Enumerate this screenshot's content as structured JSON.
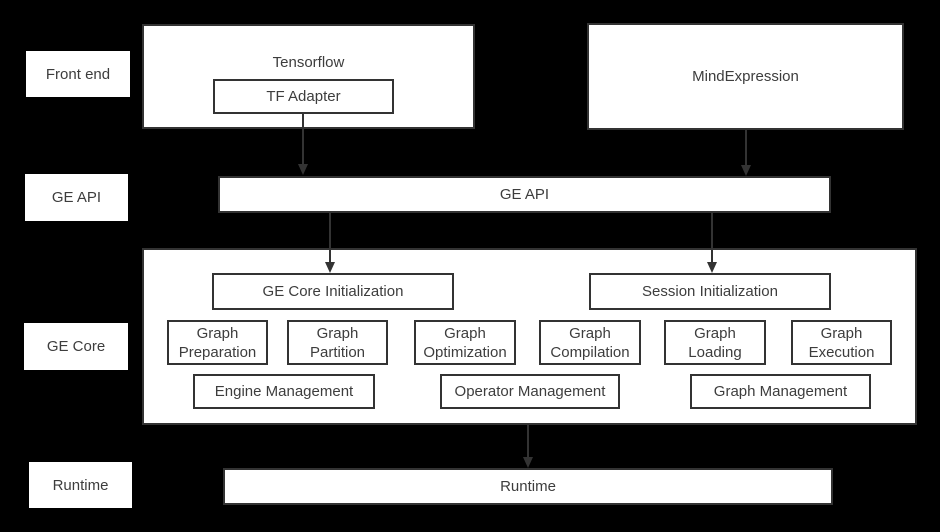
{
  "colors": {
    "background": "#000000",
    "box_fill": "#ffffff",
    "border": "#333333",
    "text": "#3d3d3d",
    "arrow": "#333333"
  },
  "side_labels": {
    "front_end": "Front end",
    "ge_api": "GE API",
    "ge_core": "GE Core",
    "runtime": "Runtime"
  },
  "front_end": {
    "tensorflow_title": "Tensorflow",
    "tf_adapter": "TF Adapter",
    "mindexpression": "MindExpression"
  },
  "ge_api": {
    "label": "GE API"
  },
  "ge_core": {
    "init": {
      "core": "GE Core Initialization",
      "session": "Session Initialization"
    },
    "stages": [
      "Graph\nPreparation",
      "Graph\nPartition",
      "Graph\nOptimization",
      "Graph\nCompilation",
      "Graph\nLoading",
      "Graph\nExecution"
    ],
    "management": [
      "Engine Management",
      "Operator Management",
      "Graph Management"
    ]
  },
  "runtime": {
    "label": "Runtime"
  }
}
